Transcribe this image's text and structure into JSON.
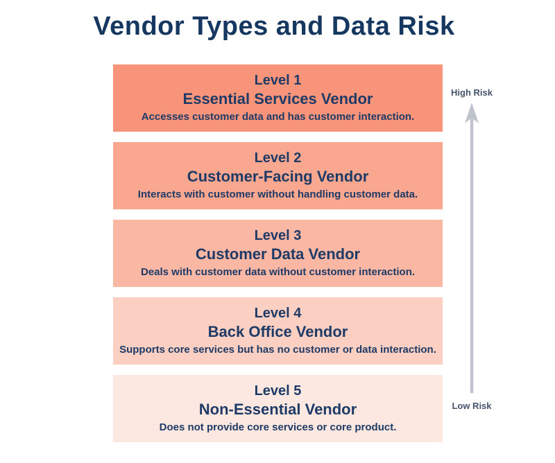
{
  "title": "Vendor Types and Data Risk",
  "levels": [
    {
      "level": "Level 1",
      "name": "Essential Services Vendor",
      "description": "Accesses customer data and has customer interaction.",
      "color": "#F89479"
    },
    {
      "level": "Level 2",
      "name": "Customer-Facing Vendor",
      "description": "Interacts with customer without handling customer data.",
      "color": "#F9A78E"
    },
    {
      "level": "Level 3",
      "name": "Customer Data Vendor",
      "description": "Deals with customer data without customer interaction.",
      "color": "#FAB7A3"
    },
    {
      "level": "Level 4",
      "name": "Back Office Vendor",
      "description": "Supports core services but has no customer or data interaction.",
      "color": "#FBCFC1"
    },
    {
      "level": "Level 5",
      "name": "Non-Essential Vendor",
      "description": "Does not provide core services or core product.",
      "color": "#FCE8E0"
    }
  ],
  "risk_axis": {
    "high_label": "High Risk",
    "low_label": "Low Risk",
    "icon": "arrow-up-icon",
    "arrow_color": "#BFC4CC",
    "label_color": "#45536B"
  },
  "colors": {
    "background": "#FFFFFF",
    "title_text": "#16375F",
    "box_text": "#1E3A66"
  }
}
